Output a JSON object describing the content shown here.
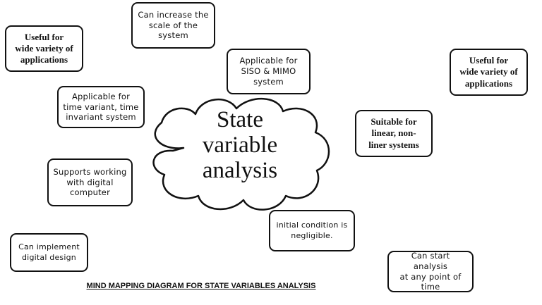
{
  "center": {
    "title": "State\nvariable\nanalysis"
  },
  "nodes": [
    {
      "id": "scale",
      "text": "Can increase the\nscale of the\nsystem"
    },
    {
      "id": "useful-left",
      "text": "Useful for\nwide variety of\napplications"
    },
    {
      "id": "siso-mimo",
      "text": "Applicable for\nSISO & MIMO\nsystem"
    },
    {
      "id": "useful-right",
      "text": "Useful for\nwide variety of\napplications"
    },
    {
      "id": "time-variant",
      "text": "Applicable for\ntime variant, time\ninvariant system"
    },
    {
      "id": "linear",
      "text": "Suitable for\nlinear, non-\nliner systems"
    },
    {
      "id": "digital-computer",
      "text": "Supports working\nwith digital\ncomputer"
    },
    {
      "id": "initial-condition",
      "text": "initial condition is\nnegligible."
    },
    {
      "id": "digital-design",
      "text": "Can implement\ndigital design"
    },
    {
      "id": "start-analysis",
      "text": "Can start analysis\nat any point of\ntime"
    }
  ],
  "caption": "MIND MAPPING DIAGRAM FOR STATE VARIABLES ANALYSIS"
}
